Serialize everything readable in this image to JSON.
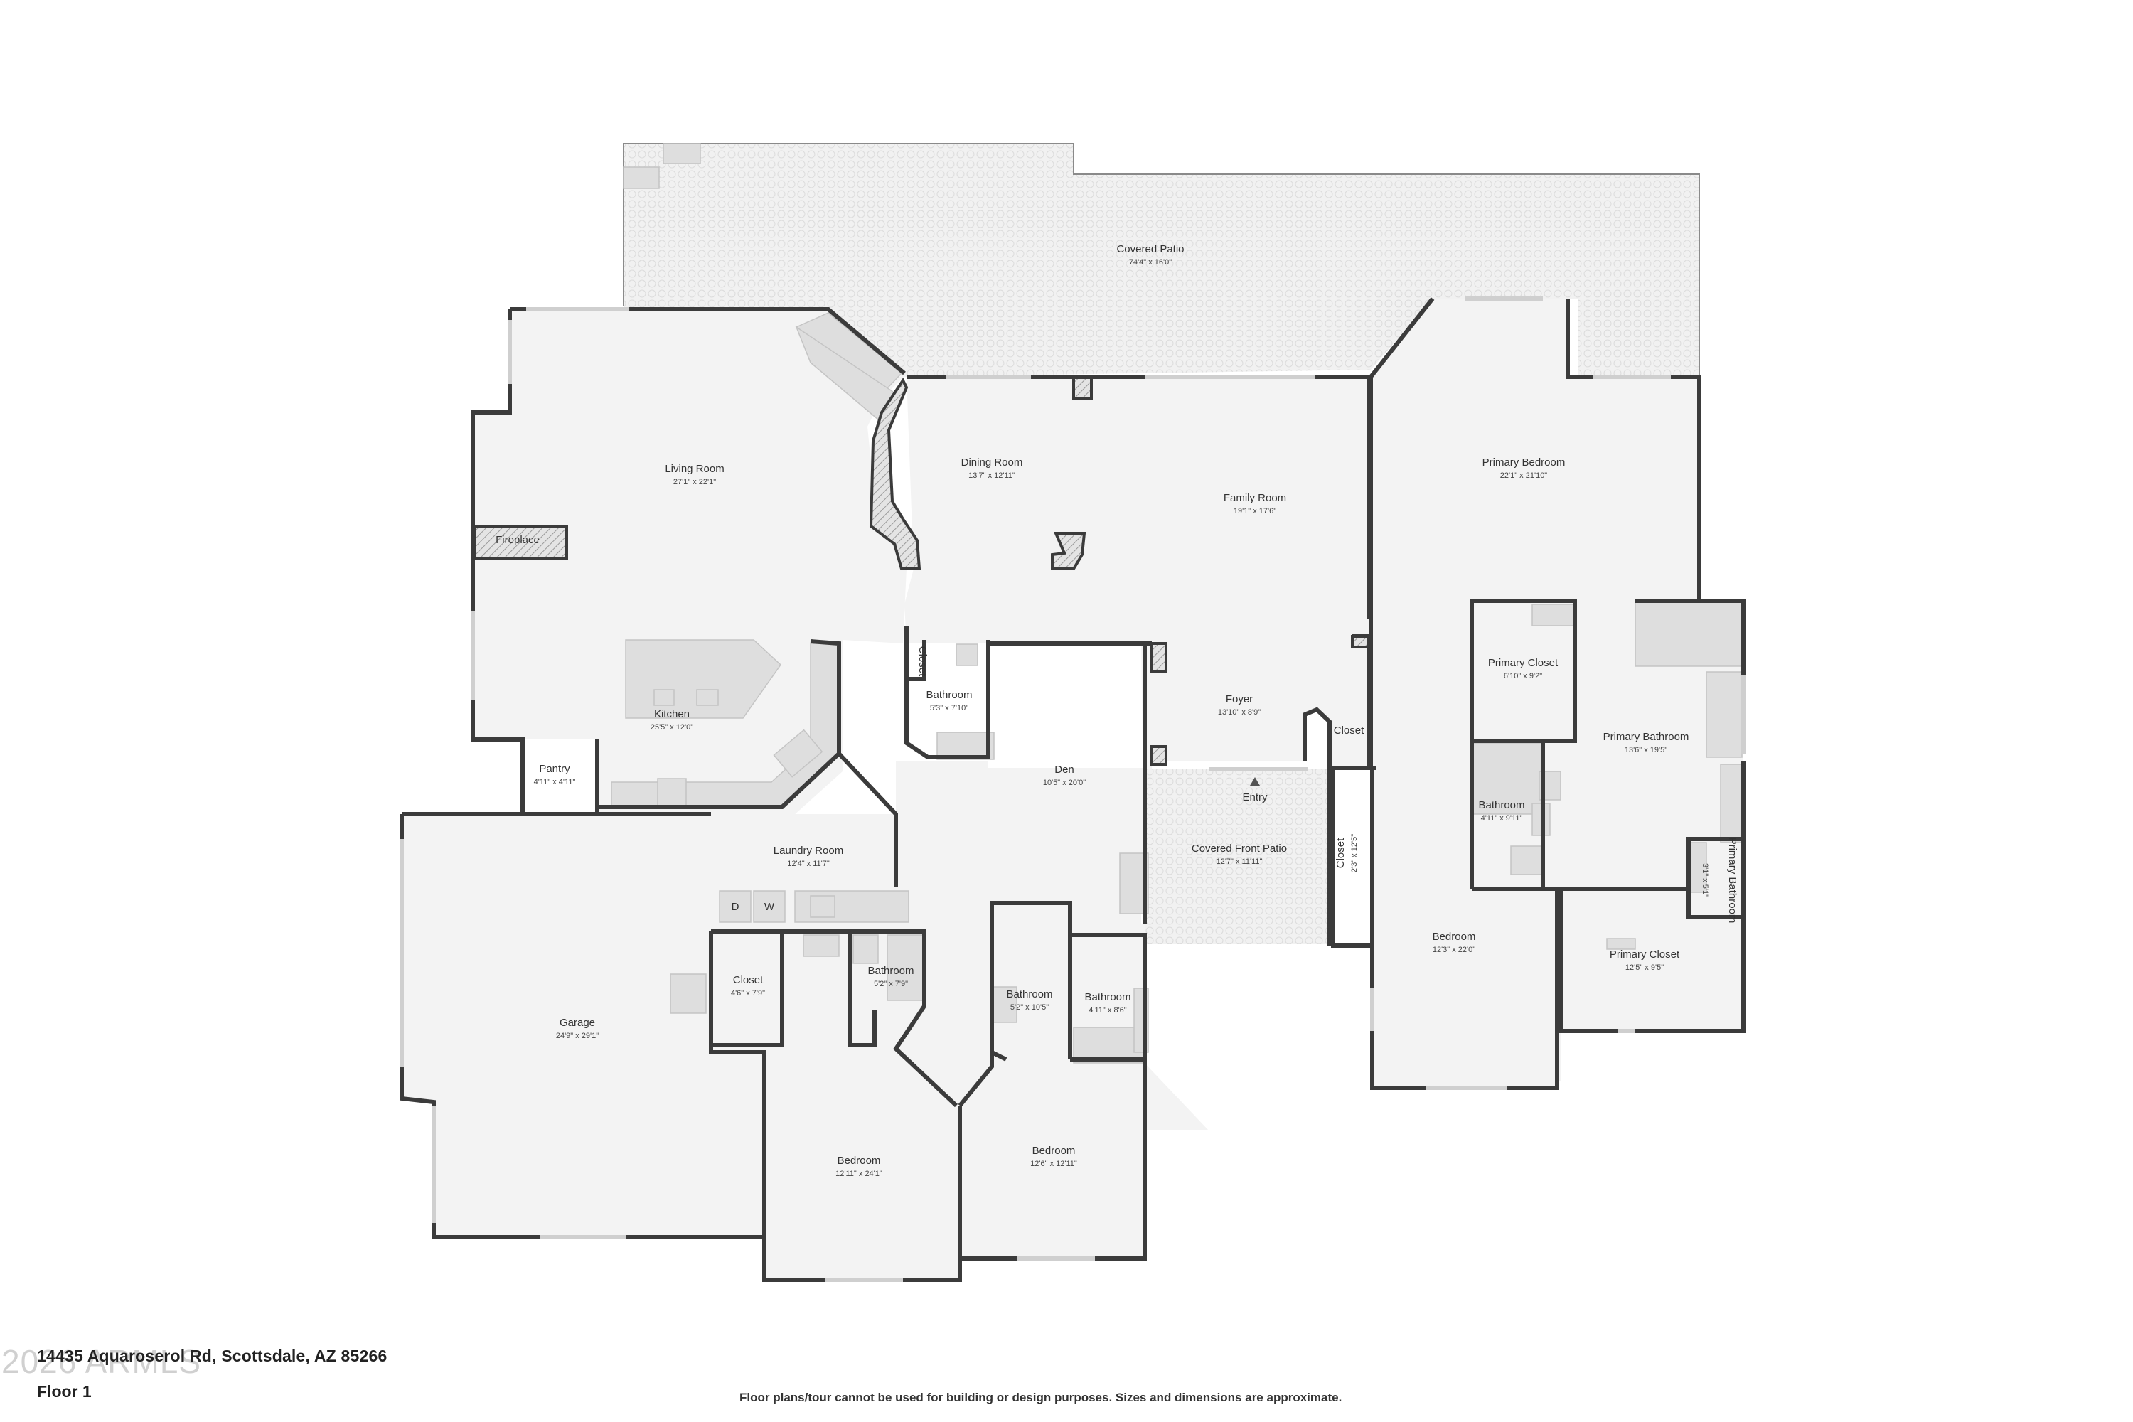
{
  "floor_plan": {
    "floor": "Floor 1",
    "address": "14435 Aquaroserol Rd, Scottsdale, AZ 85266",
    "watermark": "2026 ARMLS",
    "disclaimer": "Floor plans/tour cannot be used for building or design purposes. Sizes and dimensions are approximate.",
    "rooms": {
      "covered_patio": {
        "name": "Covered Patio",
        "dims": "74'4\" x 16'0\""
      },
      "living_room": {
        "name": "Living Room",
        "dims": "27'1\" x 22'1\""
      },
      "fireplace": {
        "name": "Fireplace"
      },
      "dining_room": {
        "name": "Dining Room",
        "dims": "13'7\" x 12'11\""
      },
      "family_room": {
        "name": "Family Room",
        "dims": "19'1\" x 17'6\""
      },
      "primary_bedroom": {
        "name": "Primary Bedroom",
        "dims": "22'1\" x 21'10\""
      },
      "kitchen": {
        "name": "Kitchen",
        "dims": "25'5\" x 12'0\""
      },
      "pantry": {
        "name": "Pantry",
        "dims": "4'11\" x 4'11\""
      },
      "closet_hall": {
        "name": "Closet"
      },
      "bathroom_hall": {
        "name": "Bathroom",
        "dims": "5'3\" x 7'10\""
      },
      "den": {
        "name": "Den",
        "dims": "10'5\" x 20'0\""
      },
      "foyer": {
        "name": "Foyer",
        "dims": "13'10\" x 8'9\""
      },
      "closet_foyer": {
        "name": "Closet"
      },
      "entry": {
        "name": "Entry"
      },
      "primary_closet_a": {
        "name": "Primary Closet",
        "dims": "6'10\" x 9'2\""
      },
      "primary_bathroom": {
        "name": "Primary Bathroom",
        "dims": "13'6\" x 19'5\""
      },
      "bathroom_ensuite": {
        "name": "Bathroom",
        "dims": "4'11\" x 9'11\""
      },
      "laundry_room": {
        "name": "Laundry Room",
        "dims": "12'4\" x 11'7\""
      },
      "covered_front_patio": {
        "name": "Covered Front Patio",
        "dims": "12'7\" x 11'11\""
      },
      "closet_narrow": {
        "name": "Closet",
        "dims": "2'3\" x 12'5\""
      },
      "primary_bathroom_small": {
        "name": "Primary Bathroom",
        "dims": "3'1\" x 5'1\""
      },
      "garage": {
        "name": "Garage",
        "dims": "24'9\" x 29'1\""
      },
      "closet_laundry": {
        "name": "Closet",
        "dims": "4'6\" x 7'9\""
      },
      "bathroom_laundry": {
        "name": "Bathroom",
        "dims": "5'2\" x 7'9\""
      },
      "bathroom_den_a": {
        "name": "Bathroom",
        "dims": "5'2\" x 10'5\""
      },
      "bathroom_den_b": {
        "name": "Bathroom",
        "dims": "4'11\" x 8'6\""
      },
      "bedroom_east": {
        "name": "Bedroom",
        "dims": "12'3\" x 22'0\""
      },
      "primary_closet_b": {
        "name": "Primary Closet",
        "dims": "12'5\" x 9'5\""
      },
      "bedroom_sw": {
        "name": "Bedroom",
        "dims": "12'11\" x 24'1\""
      },
      "bedroom_s": {
        "name": "Bedroom",
        "dims": "12'6\" x 12'11\""
      }
    },
    "appliance_labels": {
      "dryer": "D",
      "washer": "W"
    }
  }
}
